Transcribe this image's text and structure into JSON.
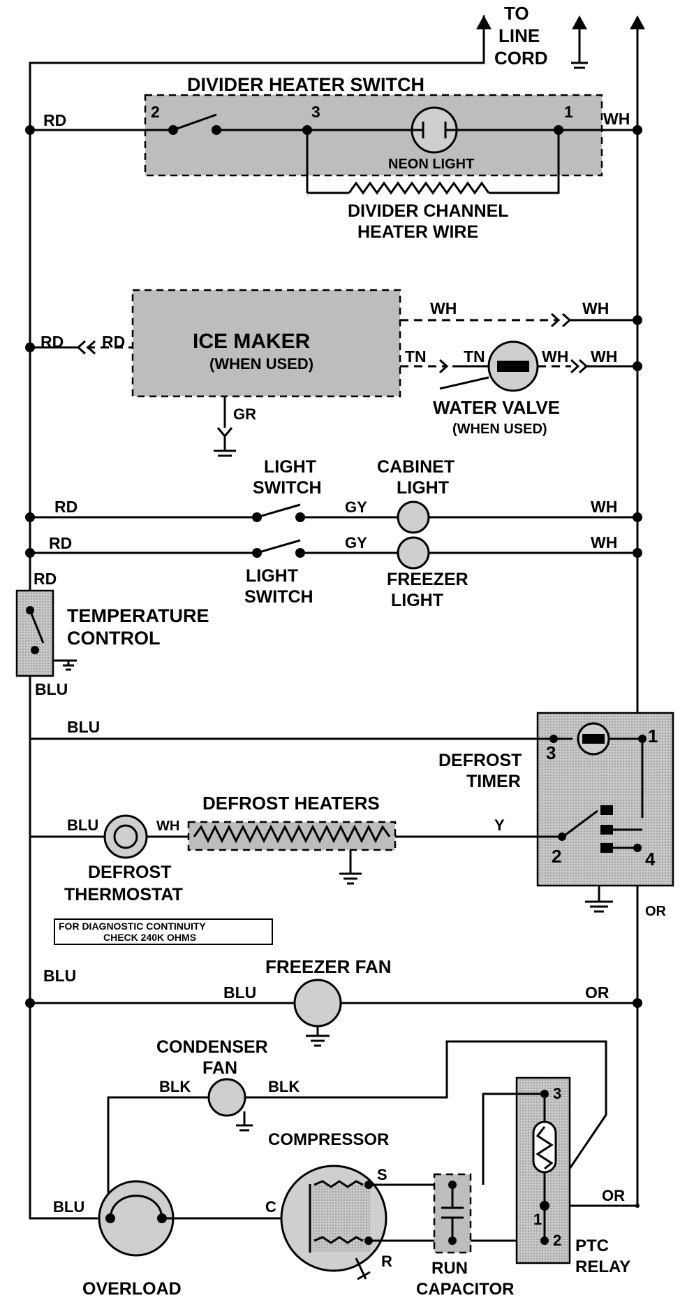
{
  "labels": {
    "to_line_cord": [
      "TO",
      "LINE",
      "CORD"
    ],
    "divider_heater_switch": "DIVIDER HEATER SWITCH",
    "neon_light": "NEON LIGHT",
    "divider_channel_heater_wire": [
      "DIVIDER CHANNEL",
      "HEATER WIRE"
    ],
    "ice_maker": "ICE MAKER",
    "ice_maker_when_used": "(WHEN USED)",
    "water_valve": "WATER VALVE",
    "water_valve_when_used": "(WHEN USED)",
    "light_switch_top": [
      "LIGHT",
      "SWITCH"
    ],
    "cabinet_light": [
      "CABINET",
      "LIGHT"
    ],
    "light_switch_bottom": [
      "LIGHT",
      "SWITCH"
    ],
    "freezer_light": [
      "FREEZER",
      "LIGHT"
    ],
    "temperature_control": [
      "TEMPERATURE",
      "CONTROL"
    ],
    "defrost_timer": [
      "DEFROST",
      "TIMER"
    ],
    "defrost_heaters": "DEFROST HEATERS",
    "defrost_thermostat": [
      "DEFROST",
      "THERMOSTAT"
    ],
    "diagnostic_note": [
      "FOR DIAGNOSTIC CONTINUITY",
      "CHECK 240K OHMS"
    ],
    "freezer_fan": "FREEZER FAN",
    "condenser_fan": [
      "CONDENSER",
      "FAN"
    ],
    "compressor": "COMPRESSOR",
    "overload": "OVERLOAD",
    "run_capacitor": [
      "RUN",
      "CAPACITOR"
    ],
    "ptc_relay": [
      "PTC",
      "RELAY"
    ]
  },
  "wire_colors": {
    "rd": "RD",
    "wh": "WH",
    "tn": "TN",
    "gr": "GR",
    "gy": "GY",
    "blu": "BLU",
    "y": "Y",
    "or": "OR",
    "blk": "BLK"
  },
  "terminals": {
    "switch_2": "2",
    "switch_3": "3",
    "switch_1": "1",
    "timer_1": "1",
    "timer_2": "2",
    "timer_3": "3",
    "timer_4": "4",
    "ptc_1": "1",
    "ptc_2": "2",
    "ptc_3": "3",
    "comp_s": "S",
    "comp_c": "C",
    "comp_r": "R"
  }
}
